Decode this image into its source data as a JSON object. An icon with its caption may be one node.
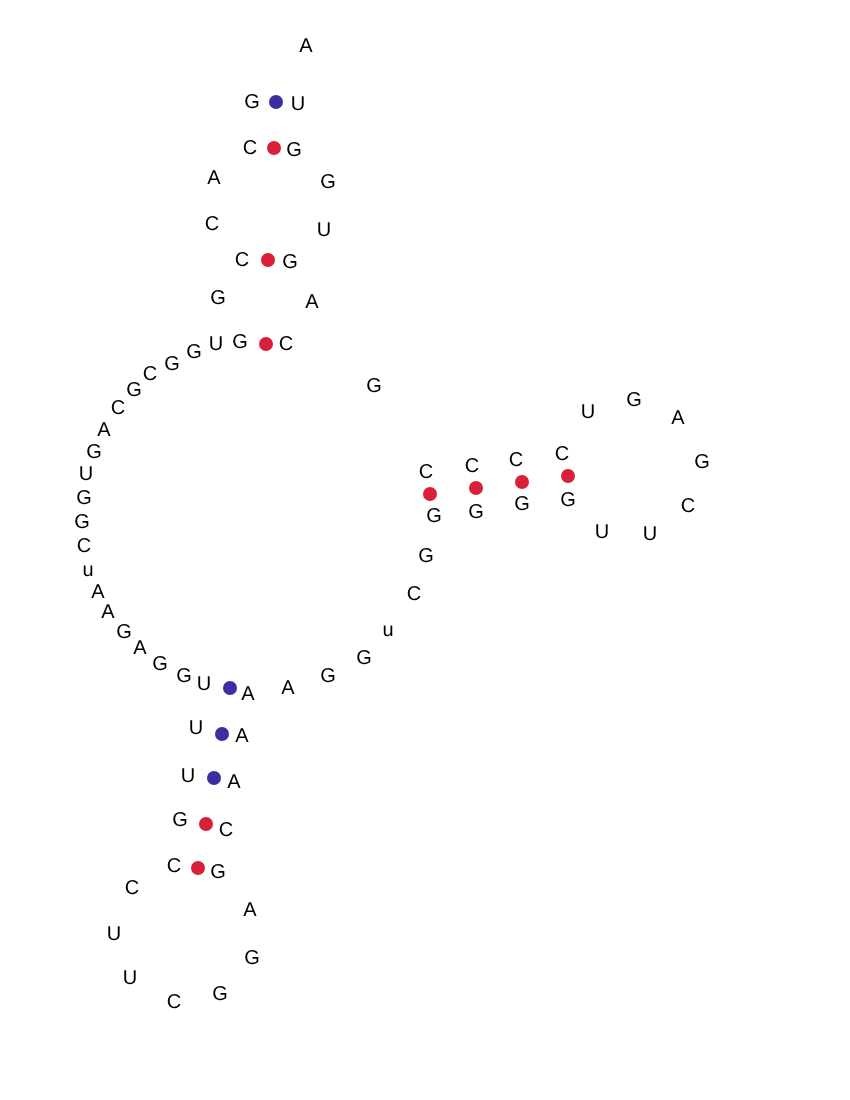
{
  "diagram": {
    "labels": [
      "A",
      "G",
      "U",
      "C",
      "G",
      "A",
      "G",
      "C",
      "U",
      "C",
      "G",
      "G",
      "A",
      "C",
      "G",
      "G",
      "U",
      "G",
      "C",
      "G",
      "G",
      "C",
      "A",
      "G",
      "U",
      "G",
      "G",
      "C",
      "u",
      "A",
      "A",
      "G",
      "A",
      "G",
      "G",
      "U",
      "A",
      "A",
      "G",
      "G",
      "u",
      "C",
      "G",
      "C",
      "G",
      "C",
      "G",
      "C",
      "G",
      "U",
      "G",
      "A",
      "G",
      "C",
      "U",
      "U",
      "G",
      "C",
      "U",
      "A",
      "U",
      "A",
      "G",
      "C",
      "C",
      "G",
      "C",
      "A",
      "U",
      "G",
      "U",
      "C",
      "G"
    ]
  }
}
